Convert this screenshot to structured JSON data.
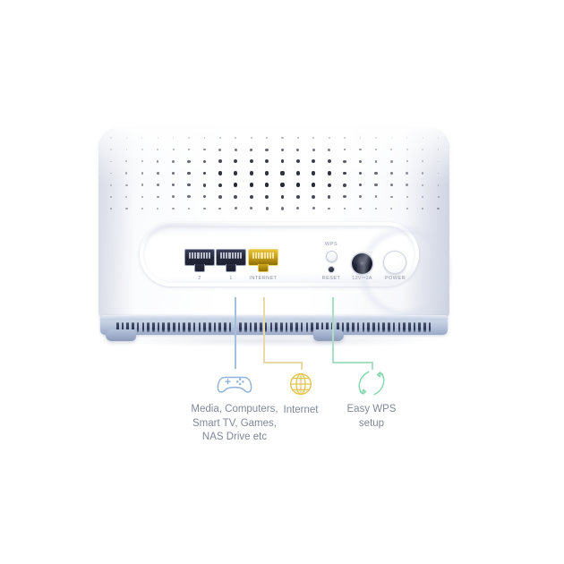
{
  "product": {
    "type": "wifi-router",
    "view": "rear-ports"
  },
  "ports": {
    "items": [
      {
        "label": "2",
        "kind": "rj45",
        "color": "#23263a",
        "name": "lan-port-2"
      },
      {
        "label": "1",
        "kind": "rj45",
        "color": "#23263a",
        "name": "lan-port-1"
      },
      {
        "label": "INTERNET",
        "kind": "rj45",
        "color": "#c9a21c",
        "name": "internet-wan-port"
      }
    ]
  },
  "controls": {
    "wps_label": "WPS",
    "reset_label": "RESET",
    "power_input_label": "12V⎓2A",
    "power_label": "POWER"
  },
  "callouts": [
    {
      "icon": "gamepad-icon",
      "color": "#8fb3d9",
      "caption": "Media, Computers,\nSmart TV, Games,\nNAS Drive etc"
    },
    {
      "icon": "globe-icon",
      "color": "#e2c44f",
      "caption": "Internet"
    },
    {
      "icon": "wps-sync-arrows-icon",
      "color": "#86d9ae",
      "caption": "Easy WPS\nsetup"
    }
  ],
  "colors": {
    "background": "#ffffff",
    "body": "#ffffff",
    "base": "#b4c1da",
    "caption_text": "#7f8799",
    "port_label_text": "#8e93a6",
    "line_blue": "#9fc0de",
    "line_gold": "#e8d9a8",
    "line_green": "#a9e0c3"
  }
}
